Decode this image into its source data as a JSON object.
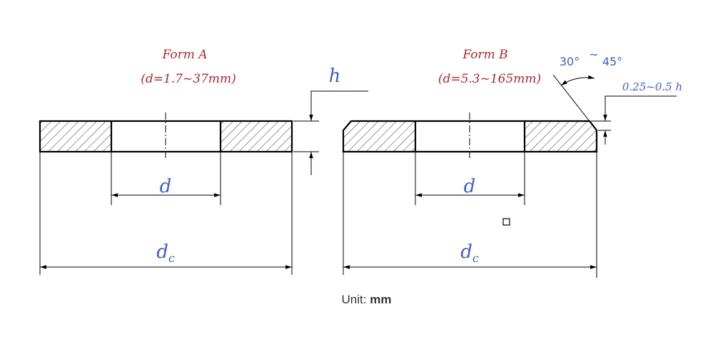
{
  "form_a": {
    "title": "Form A",
    "range": "(d=1.7~37mm)",
    "label_h": "h",
    "label_d": "d",
    "label_dc_main": "d",
    "label_dc_sub": "c"
  },
  "form_b": {
    "title": "Form B",
    "range": "(d=5.3~165mm)",
    "angle_low": "30°",
    "angle_tilde": "~",
    "angle_high": "45°",
    "chamfer": "0.25~0.5 h",
    "label_d": "d",
    "label_dc_main": "d",
    "label_dc_sub": "c"
  },
  "unit": {
    "label": "Unit:",
    "value": "mm"
  },
  "colors": {
    "title": "#b3262b",
    "dimension_text": "#3b5fcf",
    "line": "#000000"
  }
}
